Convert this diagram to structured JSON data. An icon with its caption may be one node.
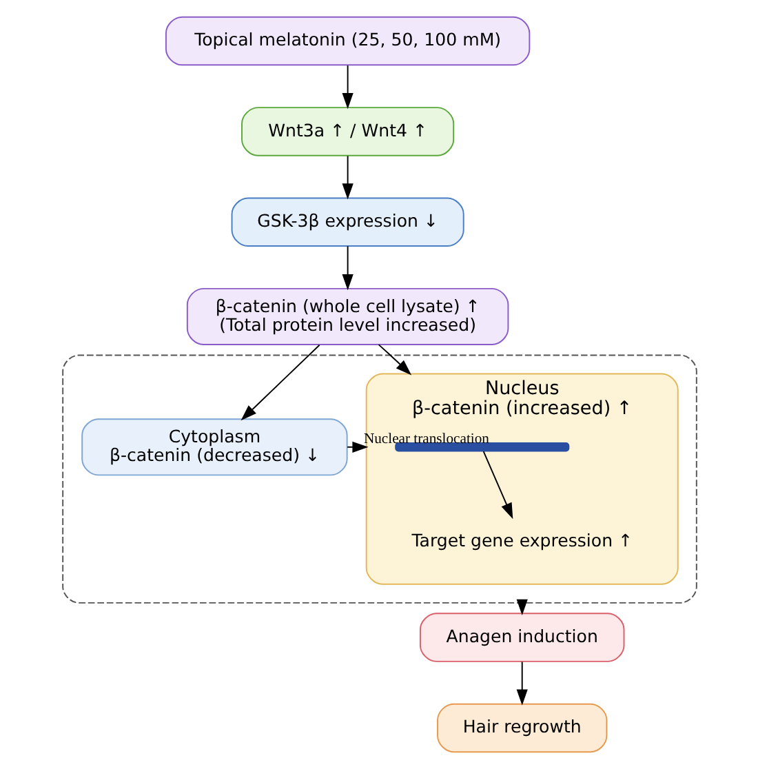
{
  "diagram": {
    "nodes": [
      {
        "text": [
          "Topical melatonin (25, 50, 100 mM)"
        ]
      },
      {
        "text": [
          "Wnt3a ↑ / Wnt4 ↑"
        ]
      },
      {
        "text": [
          "GSK-3β expression ↓"
        ]
      },
      {
        "text": [
          "β-catenin (whole cell lysate) ↑",
          "(Total protein level increased)"
        ]
      },
      {
        "text": [],
        "shape": "box"
      },
      {
        "text": [
          "Cytoplasm",
          "β-catenin (decreased) ↓"
        ],
        "in": 4
      },
      {
        "text": [
          "Nucleus",
          "β-catenin (increased) ↑"
        ],
        "in": 4
      },
      {
        "text": [],
        "shape": "helix",
        "in": 6
      },
      {
        "text": [
          "Target gene expression ↑"
        ],
        "in": 6
      },
      {
        "text": [
          "Anagen induction"
        ]
      },
      {
        "text": [
          "Hair regrowth"
        ]
      }
    ],
    "edges": [
      {
        "from": 0,
        "to": 1,
        "arrow": "to"
      },
      {
        "from": 1,
        "to": 2,
        "arrow": "to"
      },
      {
        "from": 2,
        "to": 3,
        "arrow": "to"
      },
      {
        "from": 3,
        "to": 5,
        "arrow": "to"
      },
      {
        "from": 3,
        "to": 6,
        "arrow": "to"
      },
      {
        "from": 5,
        "to": 6,
        "arrow": "to",
        "label": "Nuclear translocation"
      },
      {
        "from": 7,
        "to": 8,
        "arrow": "to"
      },
      {
        "from": 4,
        "to": 9,
        "arrow": "to"
      },
      {
        "from": 9,
        "to": 10,
        "arrow": "to"
      }
    ]
  }
}
